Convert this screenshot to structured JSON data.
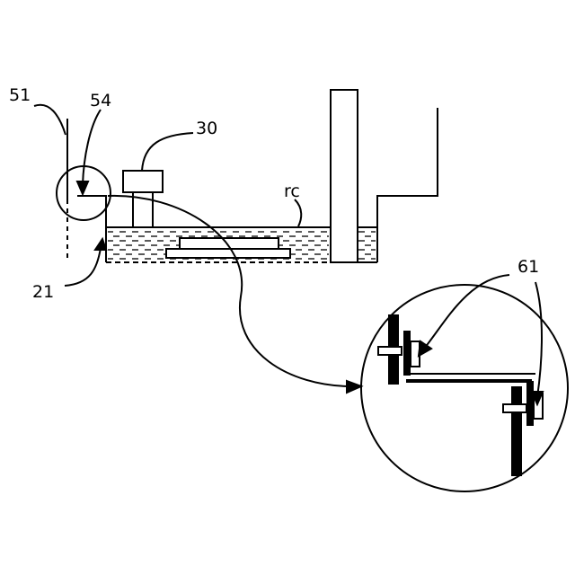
{
  "labels": {
    "ref_51": "51",
    "ref_54": "54",
    "ref_30": "30",
    "ref_rc": "rc",
    "ref_21": "21",
    "ref_61": "61"
  },
  "colors": {
    "ink": "#000000",
    "paper": "#ffffff"
  }
}
